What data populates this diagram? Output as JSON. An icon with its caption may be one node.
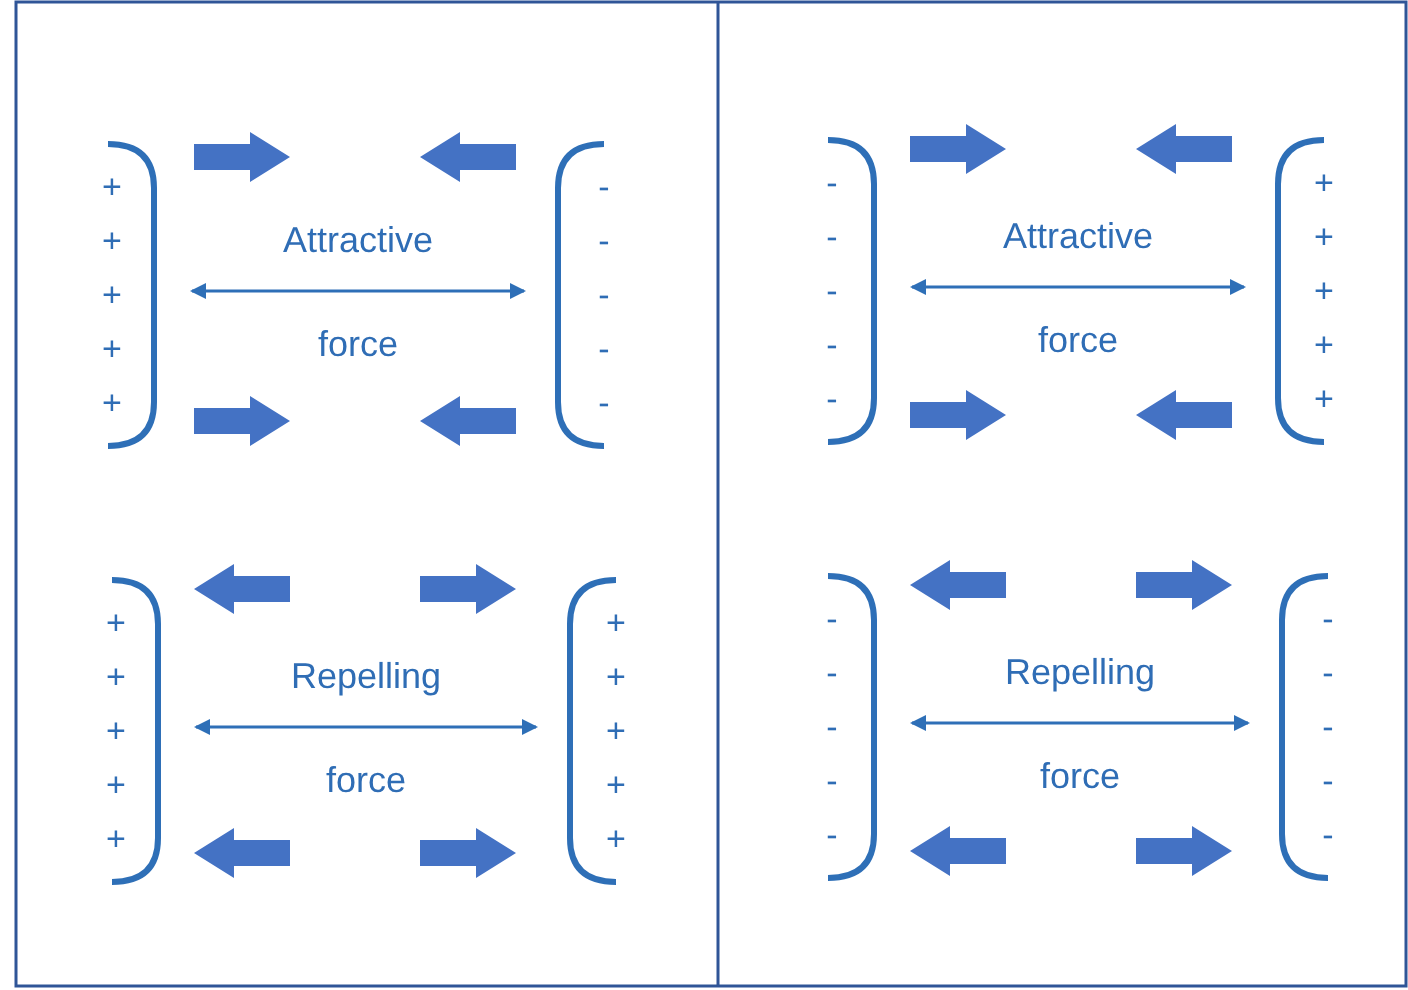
{
  "diagram": {
    "nodes": [
      {
        "text": [
          "+ + + + +"
        ]
      },
      {
        "text": [
          "- - - - -"
        ]
      },
      {
        "text": [
          "- - - - -"
        ]
      },
      {
        "text": [
          "+ + + + +"
        ]
      },
      {
        "text": [
          "+ + + + +"
        ]
      },
      {
        "text": [
          "+ + + + +"
        ]
      },
      {
        "text": [
          "- - - - -"
        ]
      },
      {
        "text": [
          "- - - - -"
        ]
      }
    ],
    "edges": [
      {
        "from": 0,
        "to": 1,
        "arrow": "both",
        "label": "Attractive force"
      },
      {
        "from": 2,
        "to": 3,
        "arrow": "both",
        "label": "Attractive force"
      },
      {
        "from": 4,
        "to": 5,
        "arrow": "both",
        "label": "Repelling force"
      },
      {
        "from": 6,
        "to": 7,
        "arrow": "both",
        "label": "Repelling force"
      }
    ]
  }
}
